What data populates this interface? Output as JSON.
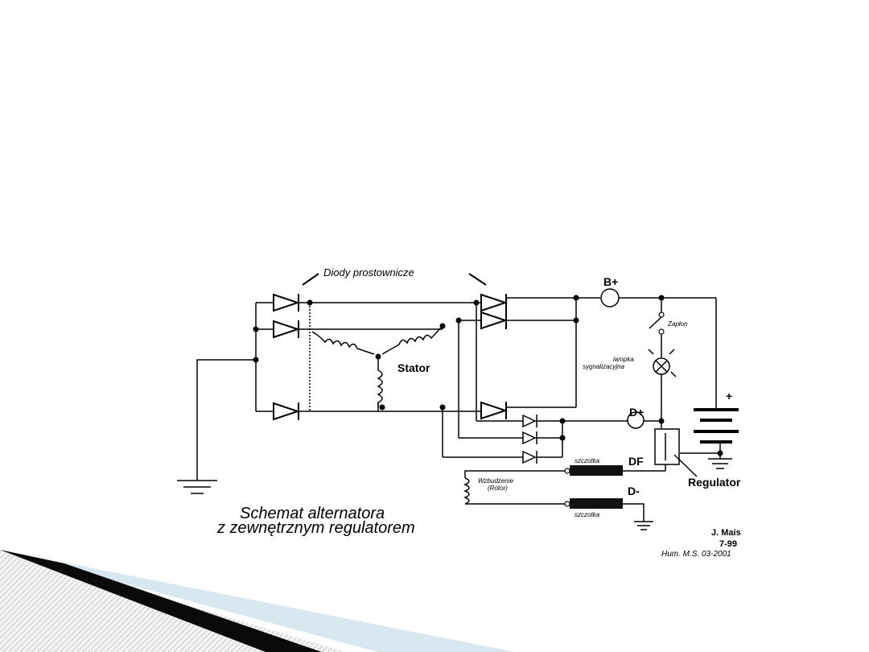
{
  "diagram": {
    "header_label": "Diody prostownicze",
    "stator_label": "Stator",
    "terminal_b_plus": "B+",
    "terminal_d_plus": "D+",
    "terminal_df": "DF",
    "terminal_d_minus": "D-",
    "ignition_label": "Zapłon",
    "lamp_label_1": "lampka",
    "lamp_label_2": "sygnalizacyjna",
    "battery_plus": "+",
    "regulator_label": "Regulator",
    "brush_label_top": "szczotka",
    "brush_label_bottom": "szczotka",
    "excitation_label_1": "Wzbudzenie",
    "excitation_label_2": "(Rotor)",
    "title_line_1": "Schemat alternatora",
    "title_line_2": "z zewnętrznym regulatorem",
    "author": "J. Mais",
    "date": "7-99",
    "credit": "Hum. M.S. 03-2001"
  },
  "colors": {
    "ribbon_dark": "#0a0a0a",
    "ribbon_light": "#d8e8f0",
    "hatch": "#c8c8c8"
  }
}
